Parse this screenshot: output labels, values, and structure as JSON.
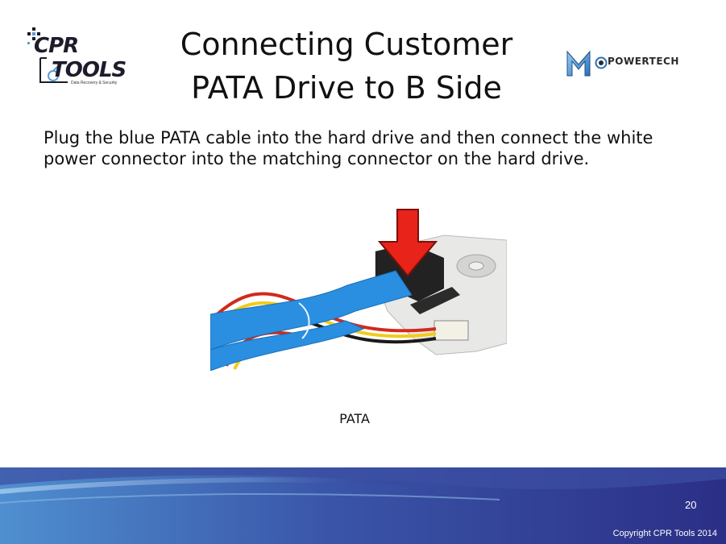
{
  "slide": {
    "title_line1": "Connecting Customer",
    "title_line2": "PATA Drive to B Side",
    "body": "Plug the blue PATA cable into the hard drive and then connect the white power connector into the matching connector on the hard drive.",
    "caption": "PATA",
    "page_number": "20",
    "copyright": "Copyright CPR Tools 2014"
  },
  "logo_left": {
    "line1": "CPR",
    "line2": "TOOLS",
    "tagline": "Data Recovery & Security"
  },
  "logo_right": {
    "wordmark": "POWERTECH"
  },
  "colors": {
    "footer_dark": "#2b2f86",
    "footer_light": "#5a9fd4",
    "arrow_red": "#e8231a",
    "cable_blue": "#2a8fe0"
  }
}
